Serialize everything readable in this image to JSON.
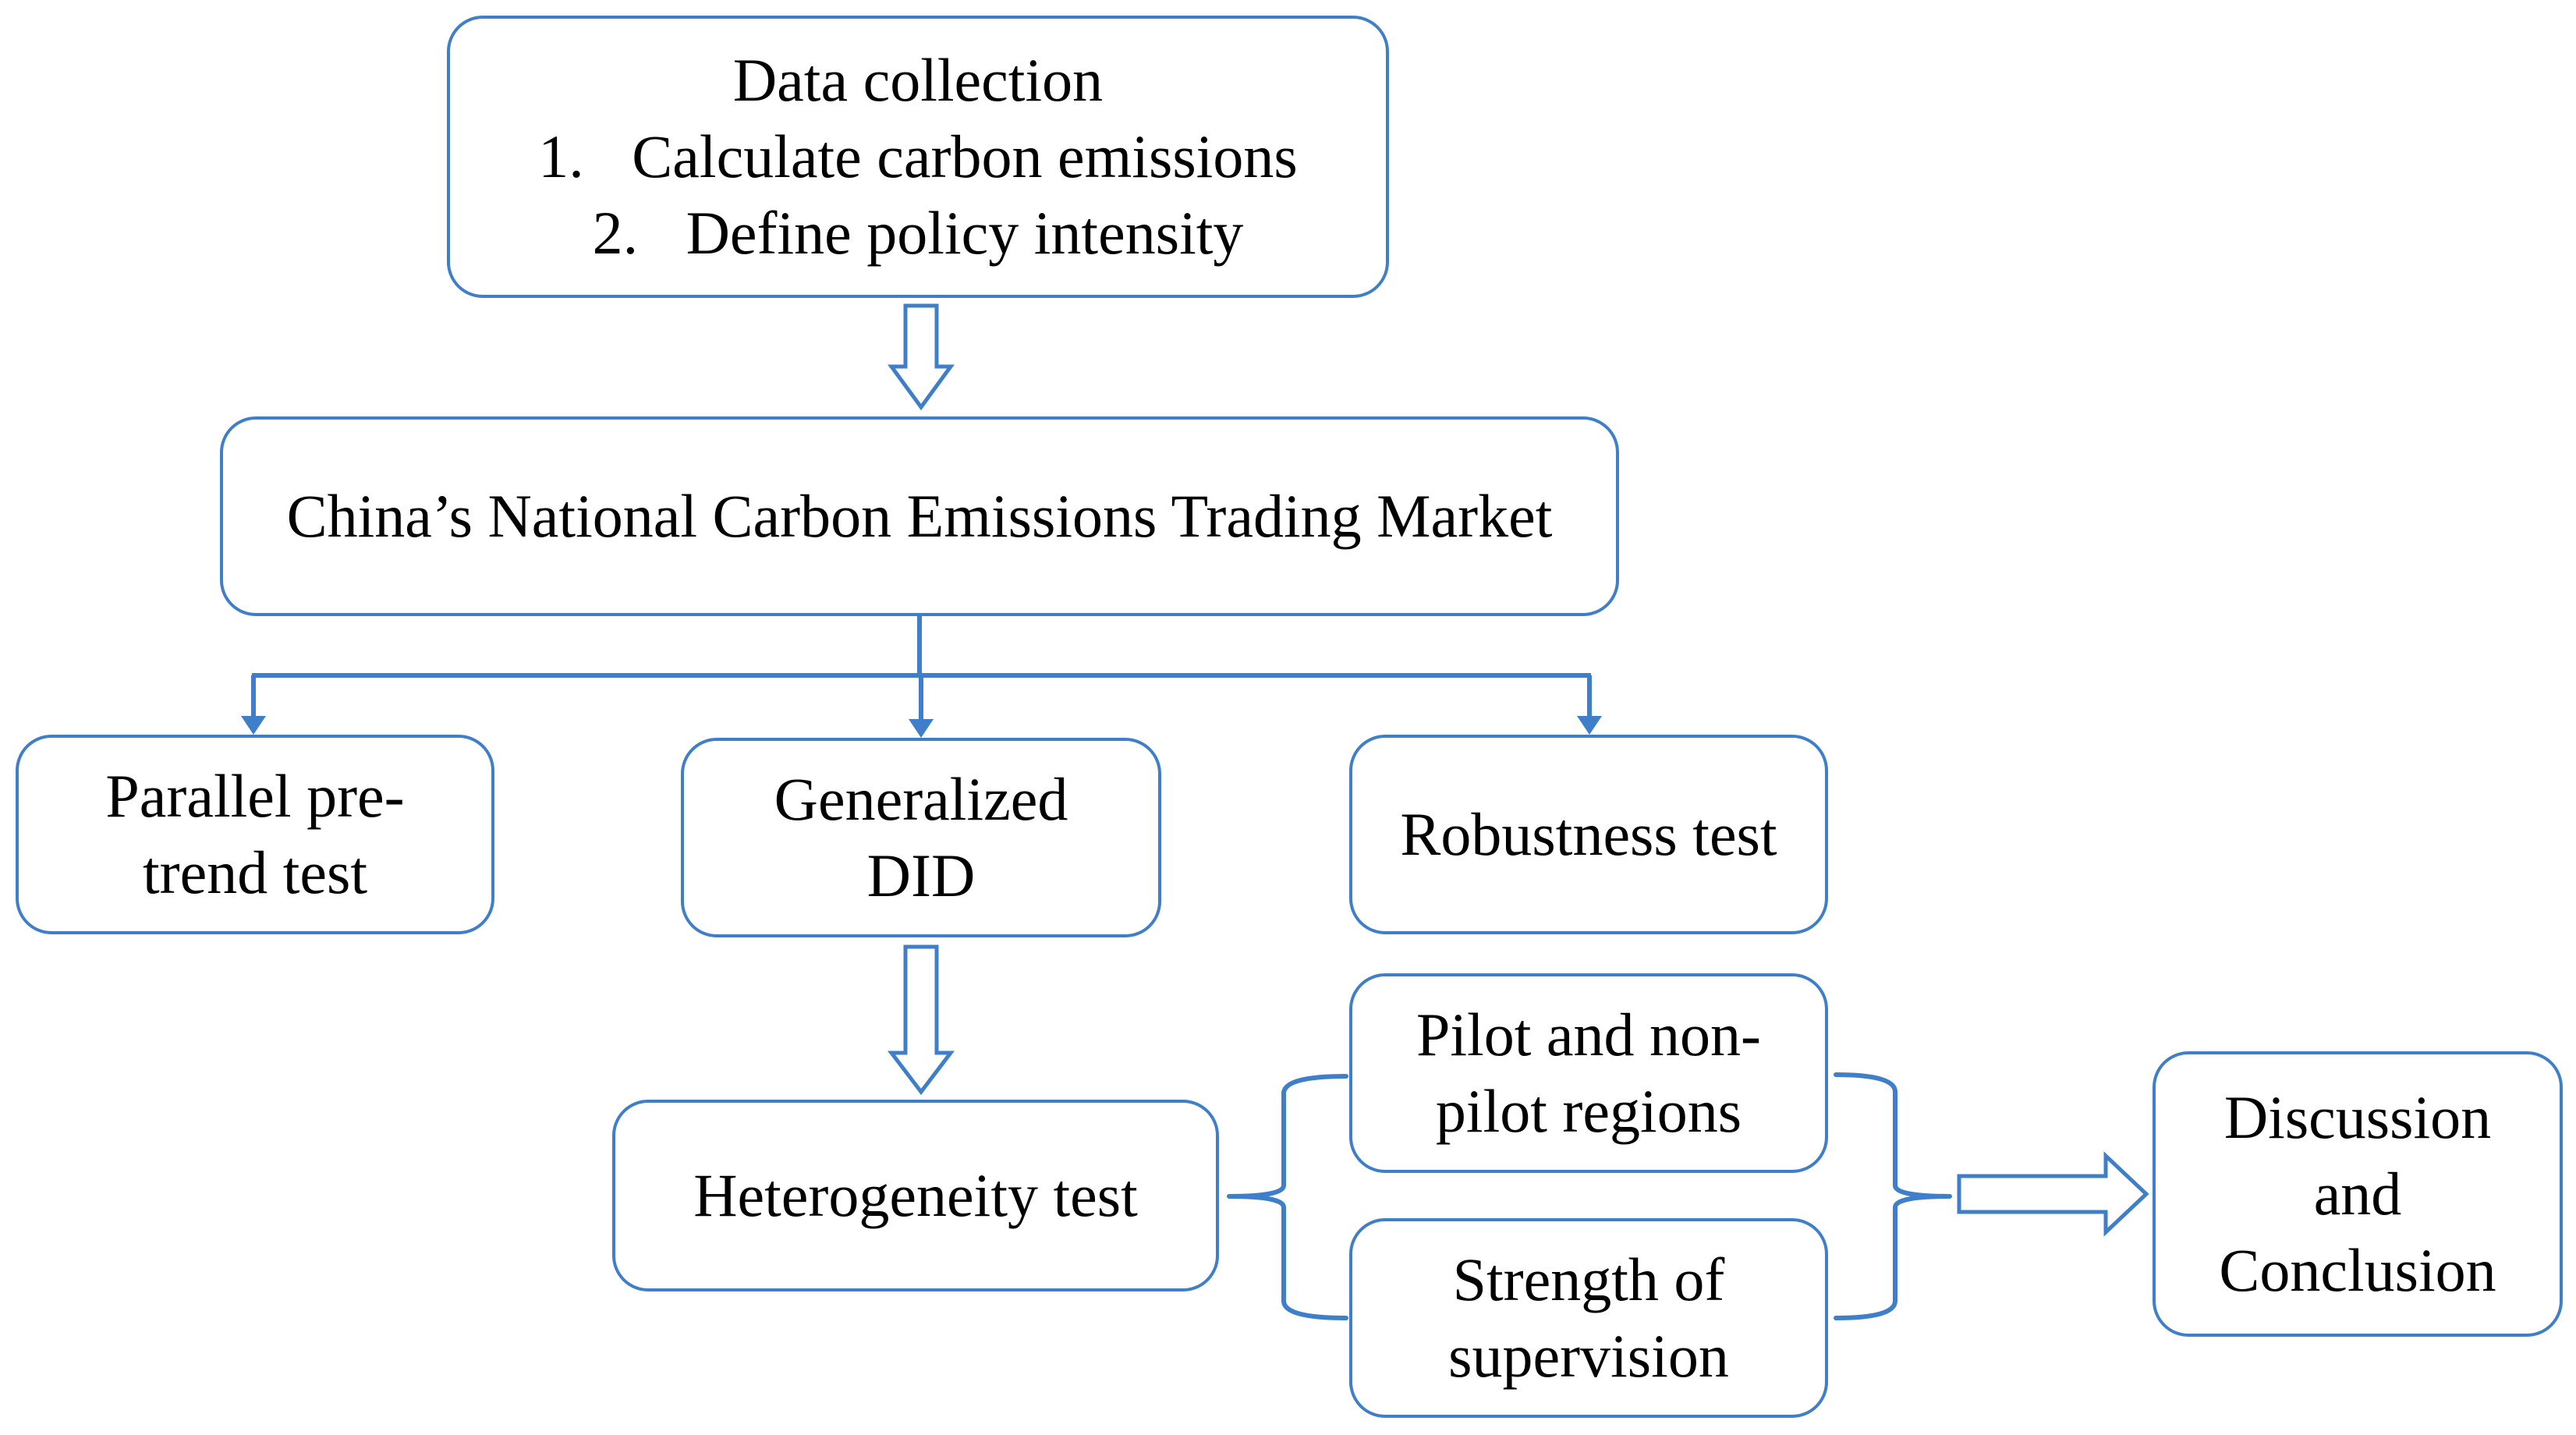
{
  "boxes": {
    "data_collection": {
      "title": "Data collection",
      "steps": [
        {
          "num": "1.",
          "text": "Calculate carbon emissions"
        },
        {
          "num": "2.",
          "text": "Define policy intensity"
        }
      ]
    },
    "market": "China’s National Carbon Emissions Trading Market",
    "parallel": [
      "Parallel pre-",
      "trend test"
    ],
    "did": [
      "Generalized",
      "DID"
    ],
    "robustness": "Robustness test",
    "heterogeneity": "Heterogeneity test",
    "pilot": [
      "Pilot and non-",
      "pilot regions"
    ],
    "strength": [
      "Strength of",
      "supervision"
    ],
    "discussion": [
      "Discussion",
      "and",
      "Conclusion"
    ]
  },
  "colors": {
    "border": "#3f7fc9",
    "connector": "#3f7fc9",
    "text": "#000000",
    "background": "#ffffff"
  }
}
